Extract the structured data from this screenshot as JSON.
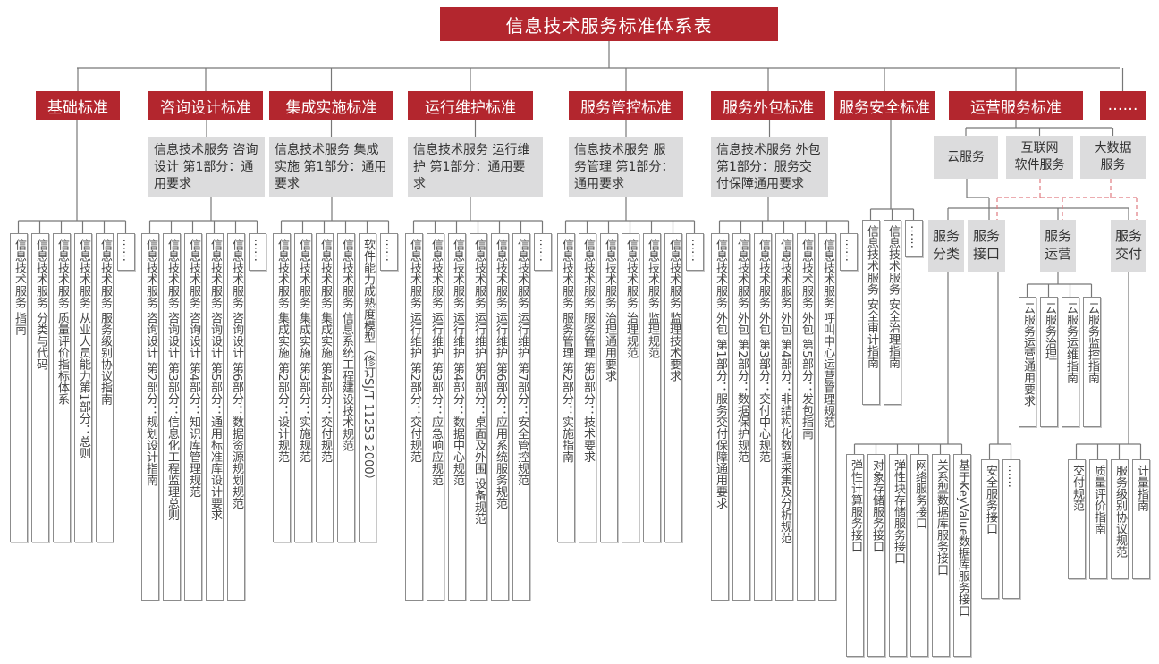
{
  "title": "信息技术服务标准体系表",
  "colors": {
    "accent": "#b3262e",
    "gray_box": "#dcdcdd",
    "dashed_link": "#e07a80"
  },
  "categories": [
    {
      "label": "基础标准",
      "leaves": [
        "信息技术服务 指南",
        "信息技术服务 分类与代码",
        "信息技术服务 质量评价指标体系",
        "信息技术服务 从业人员能力第1部分：总则",
        "信息技术服务 服务级别协议指南",
        "……"
      ]
    },
    {
      "label": "咨询设计标准",
      "general": "信息技术服务 咨询设计 第1部分：通用要求",
      "leaves": [
        "信息技术服务 咨询设计 第2部分：规划设计指南",
        "信息技术服务 咨询设计 第3部分：信息化工程监理总则",
        "信息技术服务 咨询设计 第4部分：知识库管理规范",
        "信息技术服务 咨询设计 第5部分：通用标准库设计要求",
        "信息技术服务 咨询设计 第6部分：数据资源规划规范",
        "……"
      ]
    },
    {
      "label": "集成实施标准",
      "general": "信息技术服务 集成实施 第1部分：通用要求",
      "leaves": [
        "信息技术服务 集成实施 第2部分：设计规范",
        "信息技术服务 集成实施 第3部分：实施规范",
        "信息技术服务 集成实施 第4部分：交付规范",
        "信息技术服务 信息系统工程建设技术规范",
        "软件能力成熟度模型（修订SJ/T 11253-2000）",
        "……"
      ]
    },
    {
      "label": "运行维护标准",
      "general": "信息技术服务 运行维护 第1部分：通用要求",
      "leaves": [
        "信息技术服务 运行维护 第2部分：交付规范",
        "信息技术服务 运行维护 第3部分：应急响应规范",
        "信息技术服务 运行维护 第4部分：数据中心规范",
        "信息技术服务 运行维护 第5部分：桌面及外围 设备规范",
        "信息技术服务 运行维护 第6部分：应用系统服务规范",
        "信息技术服务 运行维护 第7部分：安全管控规范",
        "……"
      ]
    },
    {
      "label": "服务管控标准",
      "general": "信息技术服务 服务管理 第1部分：通用要求",
      "leaves": [
        "信息技术服务 服务管理 第2部分：实施指南",
        "信息技术服务 服务管理 第3部分：技术要求",
        "信息技术服务 治理通用要求",
        "信息技术服务 治理规范",
        "信息技术服务 监理规范",
        "信息技术服务 监理技术要求",
        "……"
      ]
    },
    {
      "label": "服务外包标准",
      "general": "信息技术服务 外包第1部分：服务交付保障通用要求",
      "leaves": [
        "信息技术服务 外包 第1部分：服务交付保障通用要求",
        "信息技术服务 外包 第2部分：数据保护规范",
        "信息技术服务 外包 第3部分：交付中心规范",
        "信息技术服务 外包 第4部分：非结构化数据采集及分析规范",
        "信息技术服务 外包 第5部分：发包指南",
        "信息技术服务 呼叫中心运营管理规范",
        "……"
      ]
    },
    {
      "label": "服务安全标准",
      "leaves": [
        "信息技术服务 安全审计指南",
        "信息技术服务 安全治理指南",
        "……"
      ]
    },
    {
      "label": "运营服务标准"
    },
    {
      "label": "……"
    }
  ],
  "operations": {
    "subs": [
      [
        "云服务"
      ],
      [
        "互联网",
        "软件服务"
      ],
      [
        "大数据",
        "服务"
      ]
    ],
    "cloud_nodes": [
      "服务分类",
      "服务接口",
      "服务运营",
      "服务交付"
    ],
    "classify_leaves": [
      "弹性计算服务接口",
      "对象存储服务接口",
      "弹性块存储服务接口",
      "网络服务接口",
      "关系型数据库服务接口",
      "基于KeyValue数据库服务接口"
    ],
    "interface_leaves": [
      "安全服务接口",
      "……"
    ],
    "operate_leaves": [
      "云服务运营通用要求",
      "云服务治理",
      "云服务运维指南",
      "云服务监控指南"
    ],
    "deliver_leaves": [
      "交付规范",
      "质量评价指南",
      "服务级别协议规范",
      "计量指南"
    ]
  }
}
